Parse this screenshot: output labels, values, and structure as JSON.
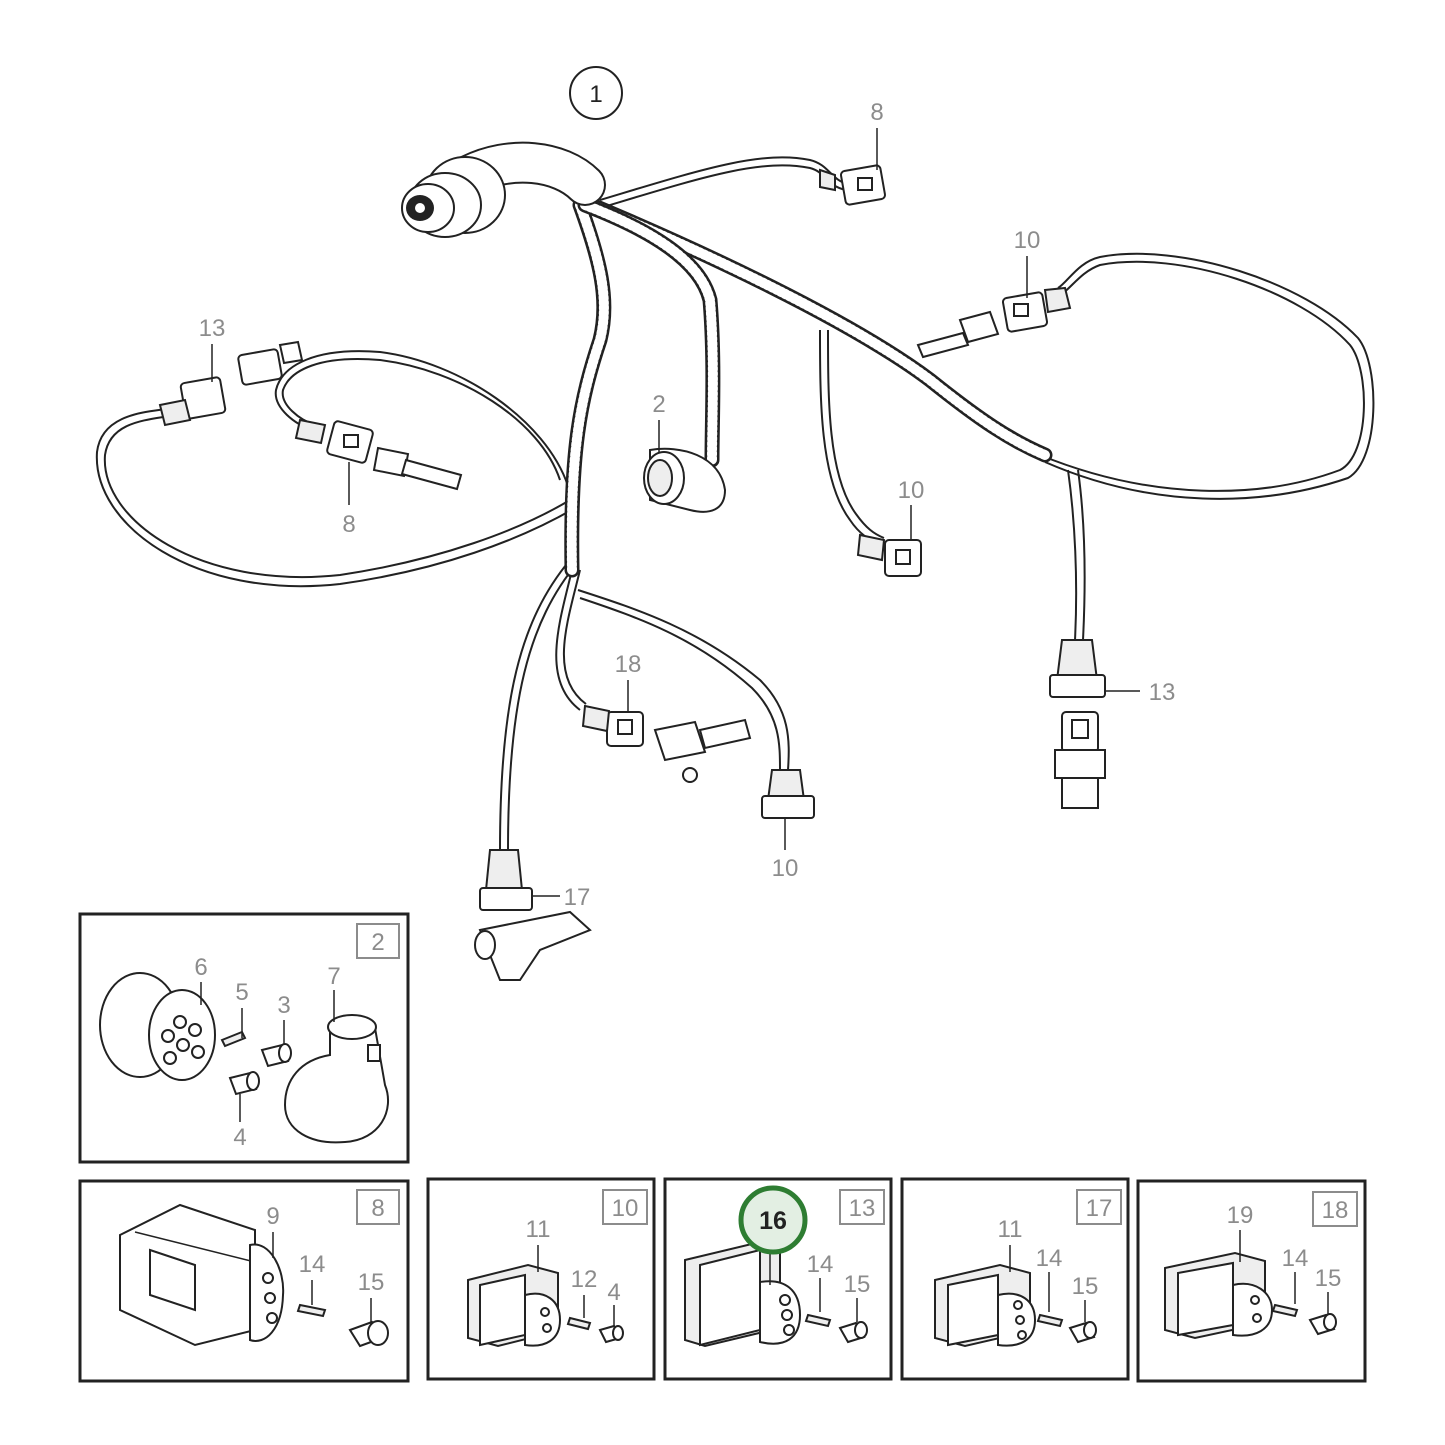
{
  "main_callout": "1",
  "harness_labels": {
    "top_right_8": "8",
    "right_10": "10",
    "left_13": "13",
    "left_8": "8",
    "center_2": "2",
    "center_10": "10",
    "right_13": "13",
    "center_18": "18",
    "bottom_10": "10",
    "bottom_17": "17"
  },
  "details": {
    "box_2": {
      "tag": "2",
      "labels": {
        "a": "6",
        "b": "5",
        "c": "3",
        "d": "7",
        "e": "4"
      }
    },
    "box_8": {
      "tag": "8",
      "labels": {
        "a": "9",
        "b": "14",
        "c": "15"
      }
    },
    "box_10": {
      "tag": "10",
      "labels": {
        "a": "11",
        "b": "12",
        "c": "4"
      }
    },
    "box_13": {
      "tag": "13",
      "highlight": "16",
      "labels": {
        "a": "14",
        "b": "15"
      }
    },
    "box_17": {
      "tag": "17",
      "labels": {
        "a": "11",
        "b": "14",
        "c": "15"
      }
    },
    "box_18": {
      "tag": "18",
      "labels": {
        "a": "19",
        "b": "14",
        "c": "15"
      }
    }
  },
  "colors": {
    "highlight_ring": "#2e7d32",
    "highlight_fill": "#e3efe3",
    "label_gray": "#8c8c8c",
    "line": "#222222"
  }
}
